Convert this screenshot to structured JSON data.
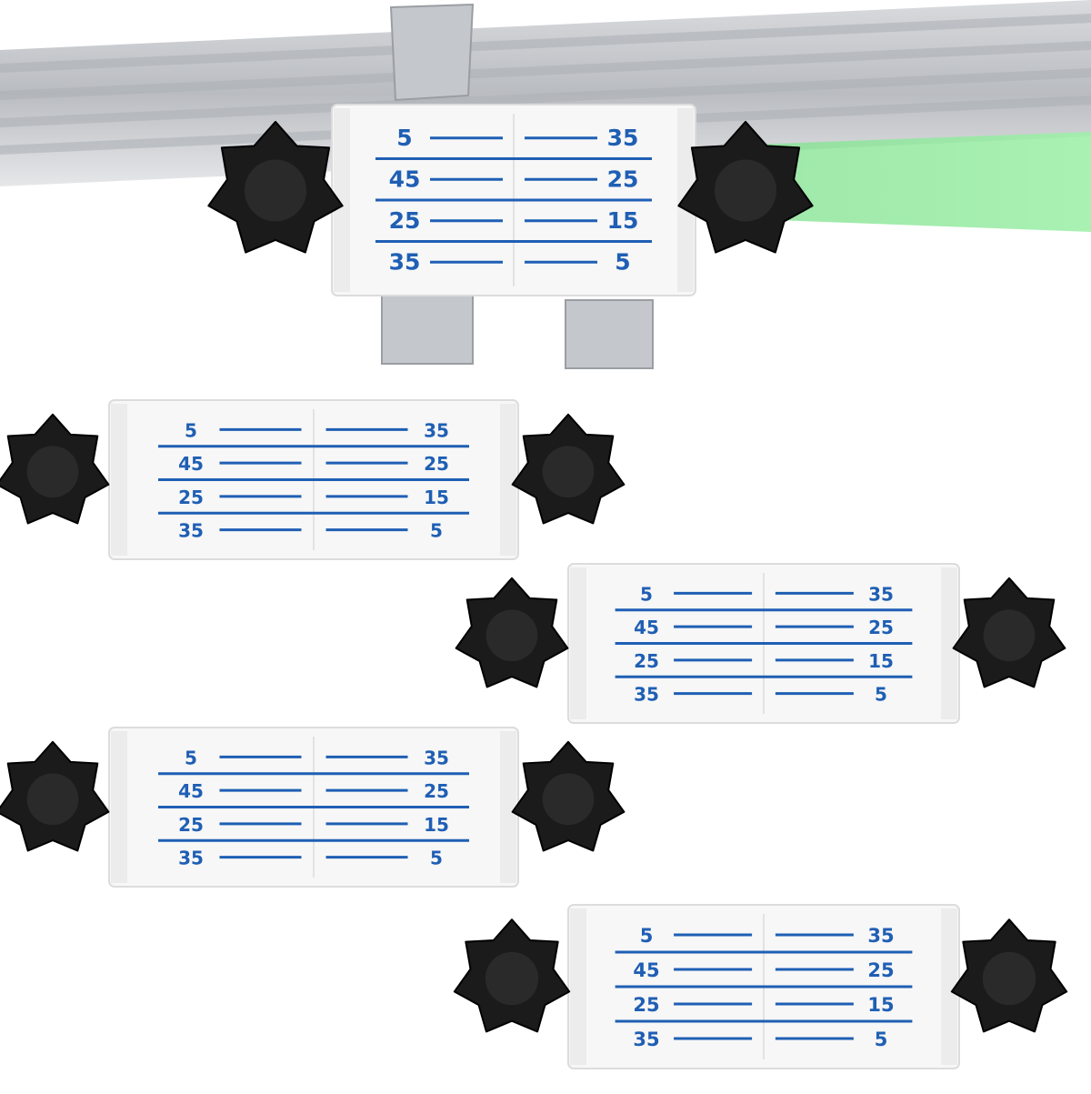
{
  "product": {
    "scale_labels": {
      "left": [
        "5",
        "45",
        "25",
        "35"
      ],
      "right": [
        "35",
        "25",
        "15",
        "5"
      ]
    },
    "colors": {
      "scale_blue": "#1f5fb4",
      "block_white": "#f7f7f7",
      "knob_black": "#1b1b1b",
      "laser_green": "#7be08b",
      "metal": "#c9ccd0"
    },
    "units_shown": 5
  }
}
